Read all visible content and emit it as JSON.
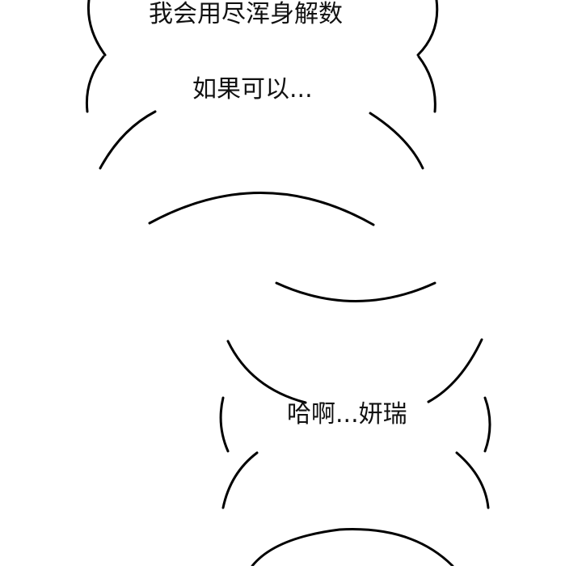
{
  "panel": {
    "bubbles": [
      {
        "text": "我会用尽浑身解数"
      },
      {
        "text": "如果可以..."
      },
      {
        "text": "哈啊...妍瑞"
      }
    ]
  }
}
